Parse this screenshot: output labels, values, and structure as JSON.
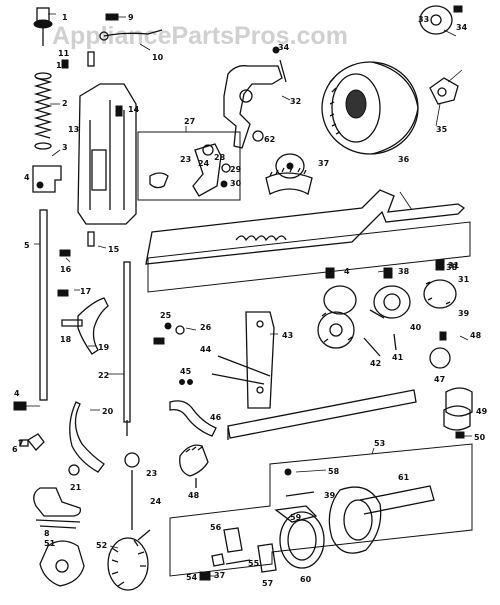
{
  "watermark": "AppliancePartsPros.com",
  "labels": {
    "p1": "1",
    "p2": "2",
    "p3": "3",
    "p4a": "4",
    "p4b": "4",
    "p4c": "4",
    "p5": "5",
    "p6": "6",
    "p7": "7",
    "p8": "8",
    "p9": "9",
    "p10": "10",
    "p11": "11",
    "p12": "12",
    "p13": "13",
    "p14": "14",
    "p15": "15",
    "p16": "16",
    "p17": "17",
    "p18": "18",
    "p19": "19",
    "p20": "20",
    "p21": "21",
    "p22": "22",
    "p23a": "23",
    "p23b": "23",
    "p24a": "24",
    "p24b": "24",
    "p25": "25",
    "p26": "26",
    "p27": "27",
    "p28": "28",
    "p29": "29",
    "p30": "30",
    "p31a": "31",
    "p31b": "31",
    "p32": "32",
    "p33": "33",
    "p34a": "34",
    "p34b": "34",
    "p35": "35",
    "p36": "36",
    "p37a": "37",
    "p37b": "37",
    "p38a": "38",
    "p38b": "38",
    "p39a": "39",
    "p39b": "39",
    "p40": "40",
    "p41": "41",
    "p42": "42",
    "p43": "43",
    "p44": "44",
    "p45": "45",
    "p46": "46",
    "p47": "47",
    "p48a": "48",
    "p48b": "48",
    "p49": "49",
    "p50": "50",
    "p51": "51",
    "p52": "52",
    "p53": "53",
    "p54": "54",
    "p55": "55",
    "p56": "56",
    "p57": "57",
    "p58": "58",
    "p59": "59",
    "p60": "60",
    "p61": "61",
    "p62": "62"
  }
}
